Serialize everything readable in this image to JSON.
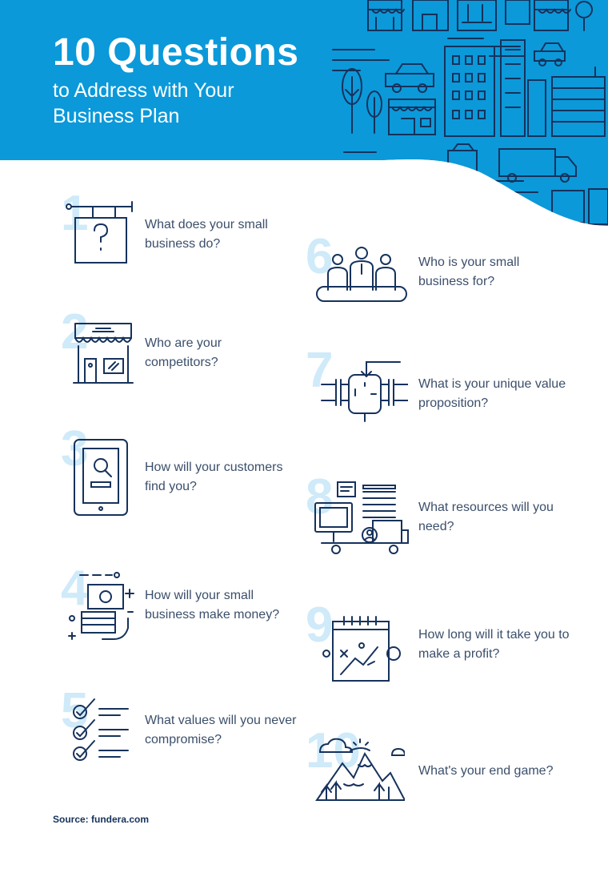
{
  "header": {
    "title": "10 Questions",
    "subtitle": "to Address with Your Business Plan",
    "bg_color": "#0b99d9",
    "line_color": "#16325c"
  },
  "accent_number_color": "#cfeaf9",
  "questions": [
    {
      "num": "1",
      "text": "What does your small business do?",
      "icon": "question-sign-icon"
    },
    {
      "num": "2",
      "text": "Who are your competitors?",
      "icon": "storefront-icon"
    },
    {
      "num": "3",
      "text": "How will your customers find you?",
      "icon": "tablet-search-icon"
    },
    {
      "num": "4",
      "text": "How will your small business make money?",
      "icon": "money-bills-icon"
    },
    {
      "num": "5",
      "text": "What values will you never compromise?",
      "icon": "checklist-icon"
    },
    {
      "num": "6",
      "text": "Who is your small business for?",
      "icon": "people-group-icon"
    },
    {
      "num": "7",
      "text": "What is your unique value proposition?",
      "icon": "pipe-valve-icon"
    },
    {
      "num": "8",
      "text": "What resources will you need?",
      "icon": "resources-icon"
    },
    {
      "num": "9",
      "text": "How long will it take you to make a profit?",
      "icon": "calendar-chart-icon"
    },
    {
      "num": "10",
      "text": "What's your end game?",
      "icon": "mountain-landscape-icon"
    }
  ],
  "source": "Source: fundera.com"
}
